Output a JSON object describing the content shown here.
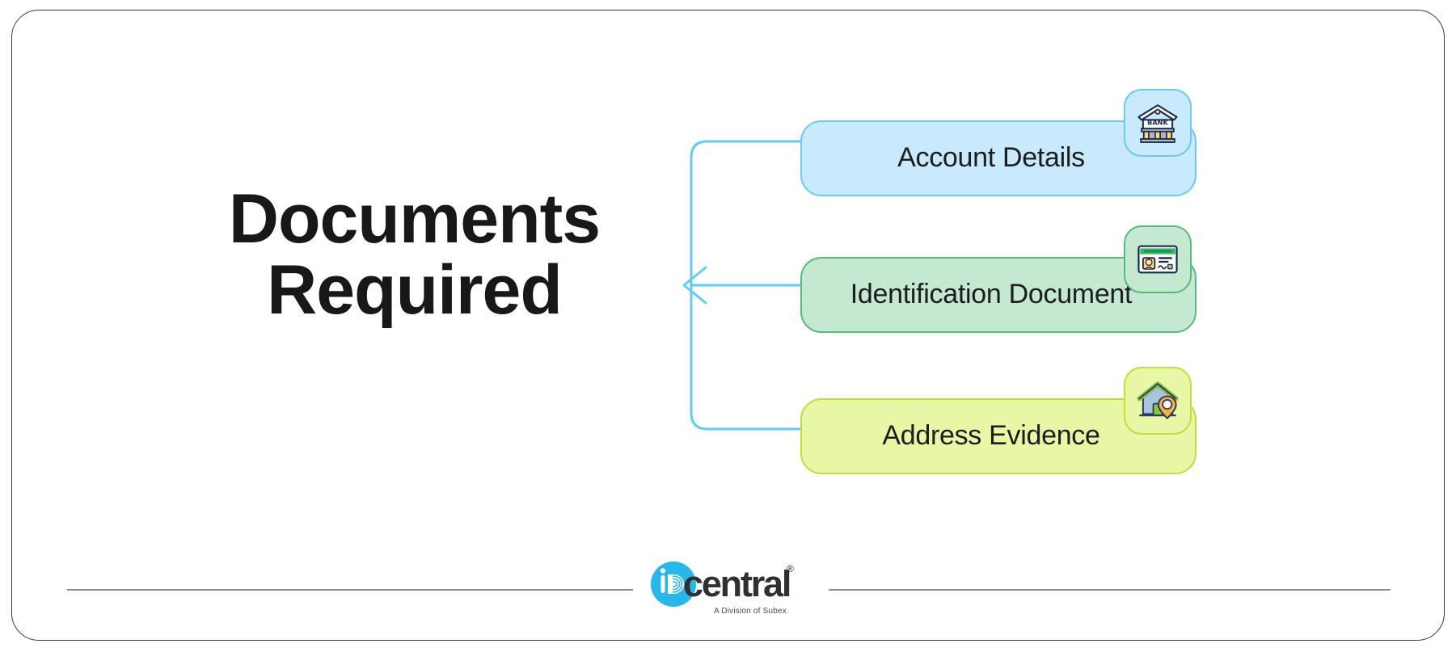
{
  "slide": {
    "title_lines": [
      "Documents",
      "Required"
    ]
  },
  "connector": {
    "color": "#62cdf2",
    "arrow_direction": "left",
    "style": "bracket"
  },
  "items": [
    {
      "label": "Account Details",
      "icon": "bank-icon",
      "card_fill": "#c9eafc",
      "card_border": "#69cbf0",
      "tile_fill": "#c9eafc",
      "tile_border": "#69cbf0"
    },
    {
      "label": "Identification Document",
      "icon": "id-card-icon",
      "card_fill": "#c5e8d1",
      "card_border": "#57b97e",
      "tile_fill": "#c5e8d1",
      "tile_border": "#57b97e"
    },
    {
      "label": "Address Evidence",
      "icon": "house-location-icon",
      "card_fill": "#e8f7a6",
      "card_border": "#bede3c",
      "tile_fill": "#e8f7a6",
      "tile_border": "#bede3c"
    }
  ],
  "footer": {
    "logo_word": "central",
    "logo_mark_text": "iD",
    "registered_mark": "®",
    "tagline": "A Division of Subex",
    "brand_color": "#29b6e8",
    "rule_color": "#8a8a8a"
  }
}
